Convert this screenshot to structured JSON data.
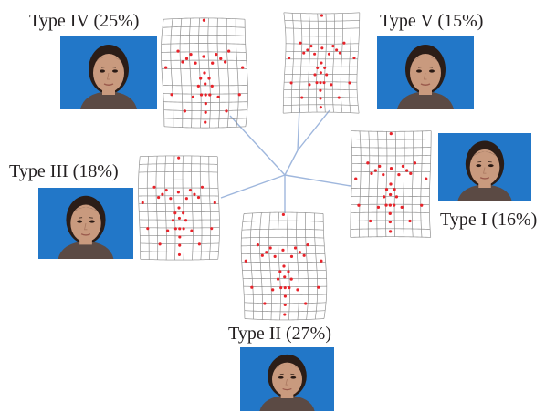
{
  "types": [
    {
      "id": "type-iv",
      "label": "Type IV (25%)"
    },
    {
      "id": "type-v",
      "label": "Type V (15%)"
    },
    {
      "id": "type-iii",
      "label": "Type III (18%)"
    },
    {
      "id": "type-i",
      "label": "Type I (16%)"
    },
    {
      "id": "type-ii",
      "label": "Type II (27%)"
    }
  ],
  "colors": {
    "label_text": "#231f20",
    "grid_line": "#8c8c8c",
    "landmark": "#e8232a",
    "tree_line": "#9fb7dd",
    "photo_background": "#2277c8",
    "skin": "#c99a7e",
    "hair": "#2b1d17"
  }
}
